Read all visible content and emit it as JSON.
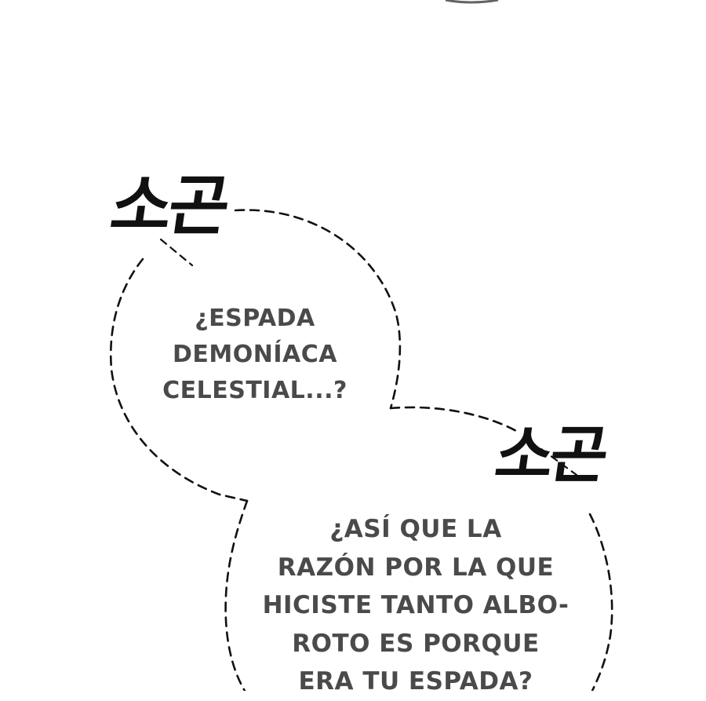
{
  "panel": {
    "background": "#ffffff",
    "text_color": "#4a4a4a",
    "outline_color": "#111111"
  },
  "bubbles": [
    {
      "lines": [
        "¿ESPADA",
        "DEMONÍACA",
        "CELESTIAL...?"
      ]
    },
    {
      "lines": [
        "¿ASÍ QUE LA",
        "RAZÓN POR LA QUE",
        "HICISTE TANTO ALBO-",
        "ROTO ES PORQUE",
        "ERA TU ESPADA?"
      ]
    }
  ],
  "sound_effects": [
    {
      "text": "소곤"
    },
    {
      "text": "소곤"
    }
  ]
}
